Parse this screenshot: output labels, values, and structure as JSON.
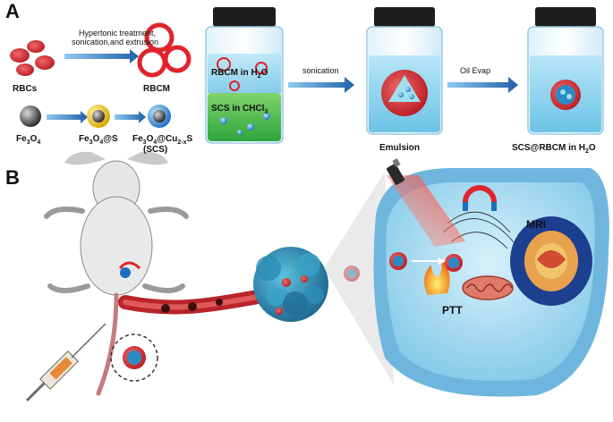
{
  "panel_a": {
    "letter": "A",
    "hypertonic_line1": "Hypertonic treatment,",
    "hypertonic_line2": "sonication,and extrusion",
    "rbcs": "RBCs",
    "rbcm": "RBCM",
    "fe3o4": "Fe",
    "fe3o4_at_s": "Fe",
    "fe3o4_at_cus": "Fe",
    "scs_paren": "(SCS)",
    "vial1_top": "RBCM in H",
    "vial1_bottom": "SCS in CHCl",
    "sonication": "sonication",
    "oil_evap": "Oil Evap",
    "emulsion": "Emulsion",
    "final": "SCS@RBCM in H"
  },
  "panel_b": {
    "letter": "B",
    "mri": "MRI",
    "ptt": "PTT"
  },
  "colors": {
    "red_cell": "#d4242b",
    "blue_arrow": "#1f6fb8",
    "green_phase": "#3fb84a",
    "water_blue": "#8fd3ee",
    "nucleus_blue": "#1c3f8f",
    "cell_light": "#a9ddf2"
  }
}
